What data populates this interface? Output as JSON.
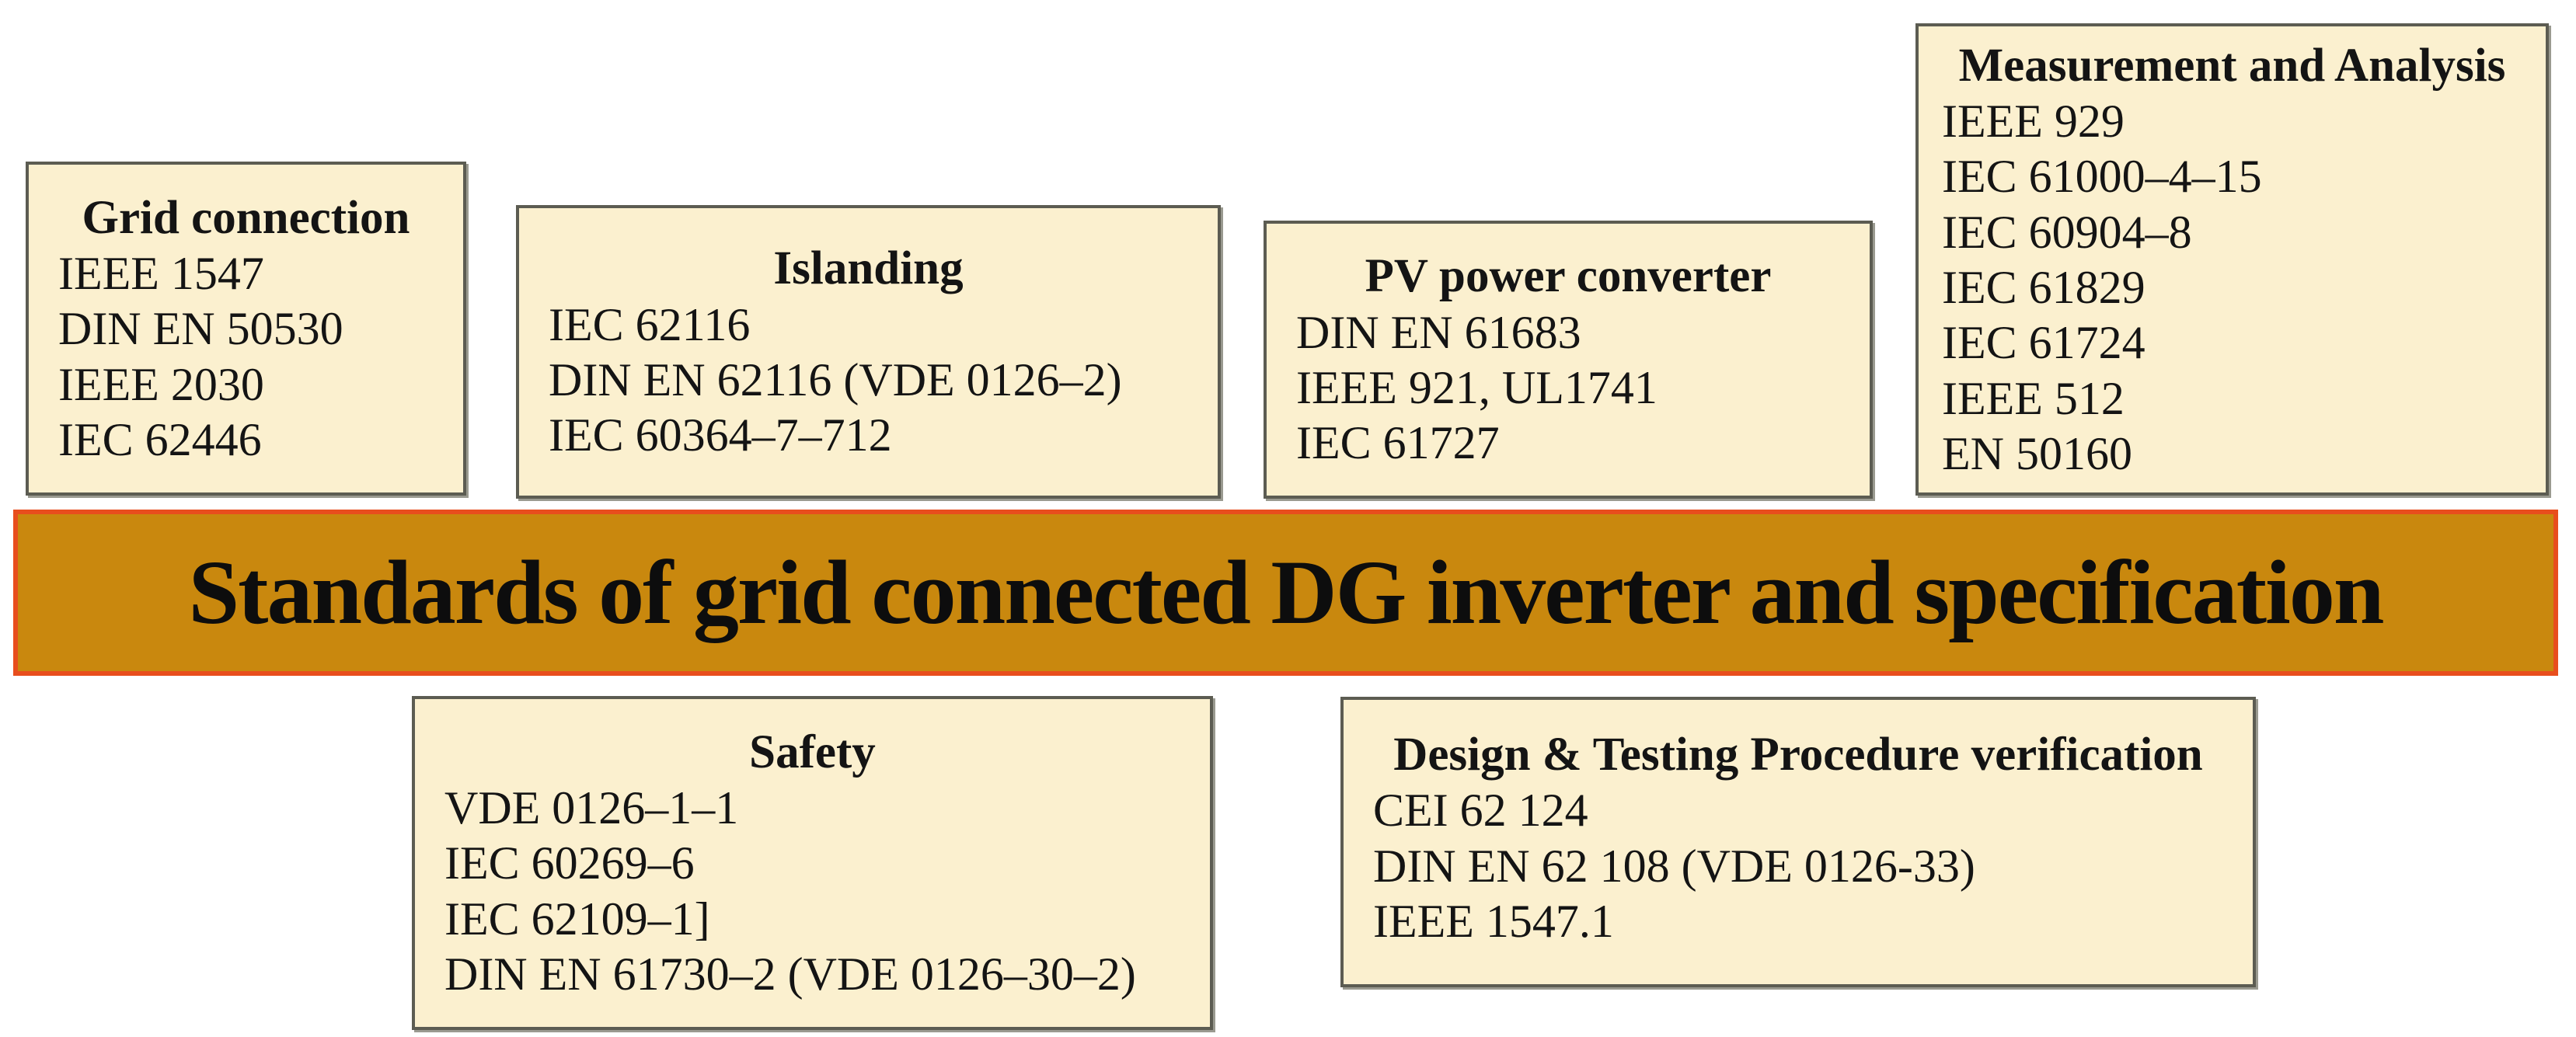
{
  "banner": {
    "text": "Standards of grid connected DG inverter and specification",
    "background_color": "#c9880e",
    "border_color": "#e84e1d"
  },
  "colors": {
    "box_background": "#fbf0cf",
    "box_border": "#5c5c52",
    "text": "#141414"
  },
  "boxes": [
    {
      "id": "grid-connection",
      "title": "Grid connection",
      "items": [
        "IEEE 1547",
        "DIN EN 50530",
        "IEEE 2030",
        "IEC 62446"
      ]
    },
    {
      "id": "islanding",
      "title": "Islanding",
      "items": [
        "IEC 62116",
        "DIN EN 62116 (VDE 0126–2)",
        "IEC 60364–7–712"
      ]
    },
    {
      "id": "pv-power-converter",
      "title": "PV power converter",
      "items": [
        "DIN EN 61683",
        "IEEE 921, UL1741",
        "IEC 61727"
      ]
    },
    {
      "id": "measurement-analysis",
      "title": "Measurement and Analysis",
      "items": [
        "IEEE 929",
        "IEC 61000–4–15",
        "IEC 60904–8",
        "IEC 61829",
        "IEC 61724",
        "IEEE 512",
        "EN 50160"
      ]
    },
    {
      "id": "safety",
      "title": "Safety",
      "items": [
        "VDE 0126–1–1",
        "IEC 60269–6",
        "IEC 62109–1]",
        "DIN EN 61730–2 (VDE 0126–30–2)"
      ]
    },
    {
      "id": "design-testing",
      "title": "Design & Testing Procedure verification",
      "items": [
        "CEI 62 124",
        "DIN EN 62 108 (VDE 0126-33)",
        "IEEE 1547.1"
      ]
    }
  ]
}
